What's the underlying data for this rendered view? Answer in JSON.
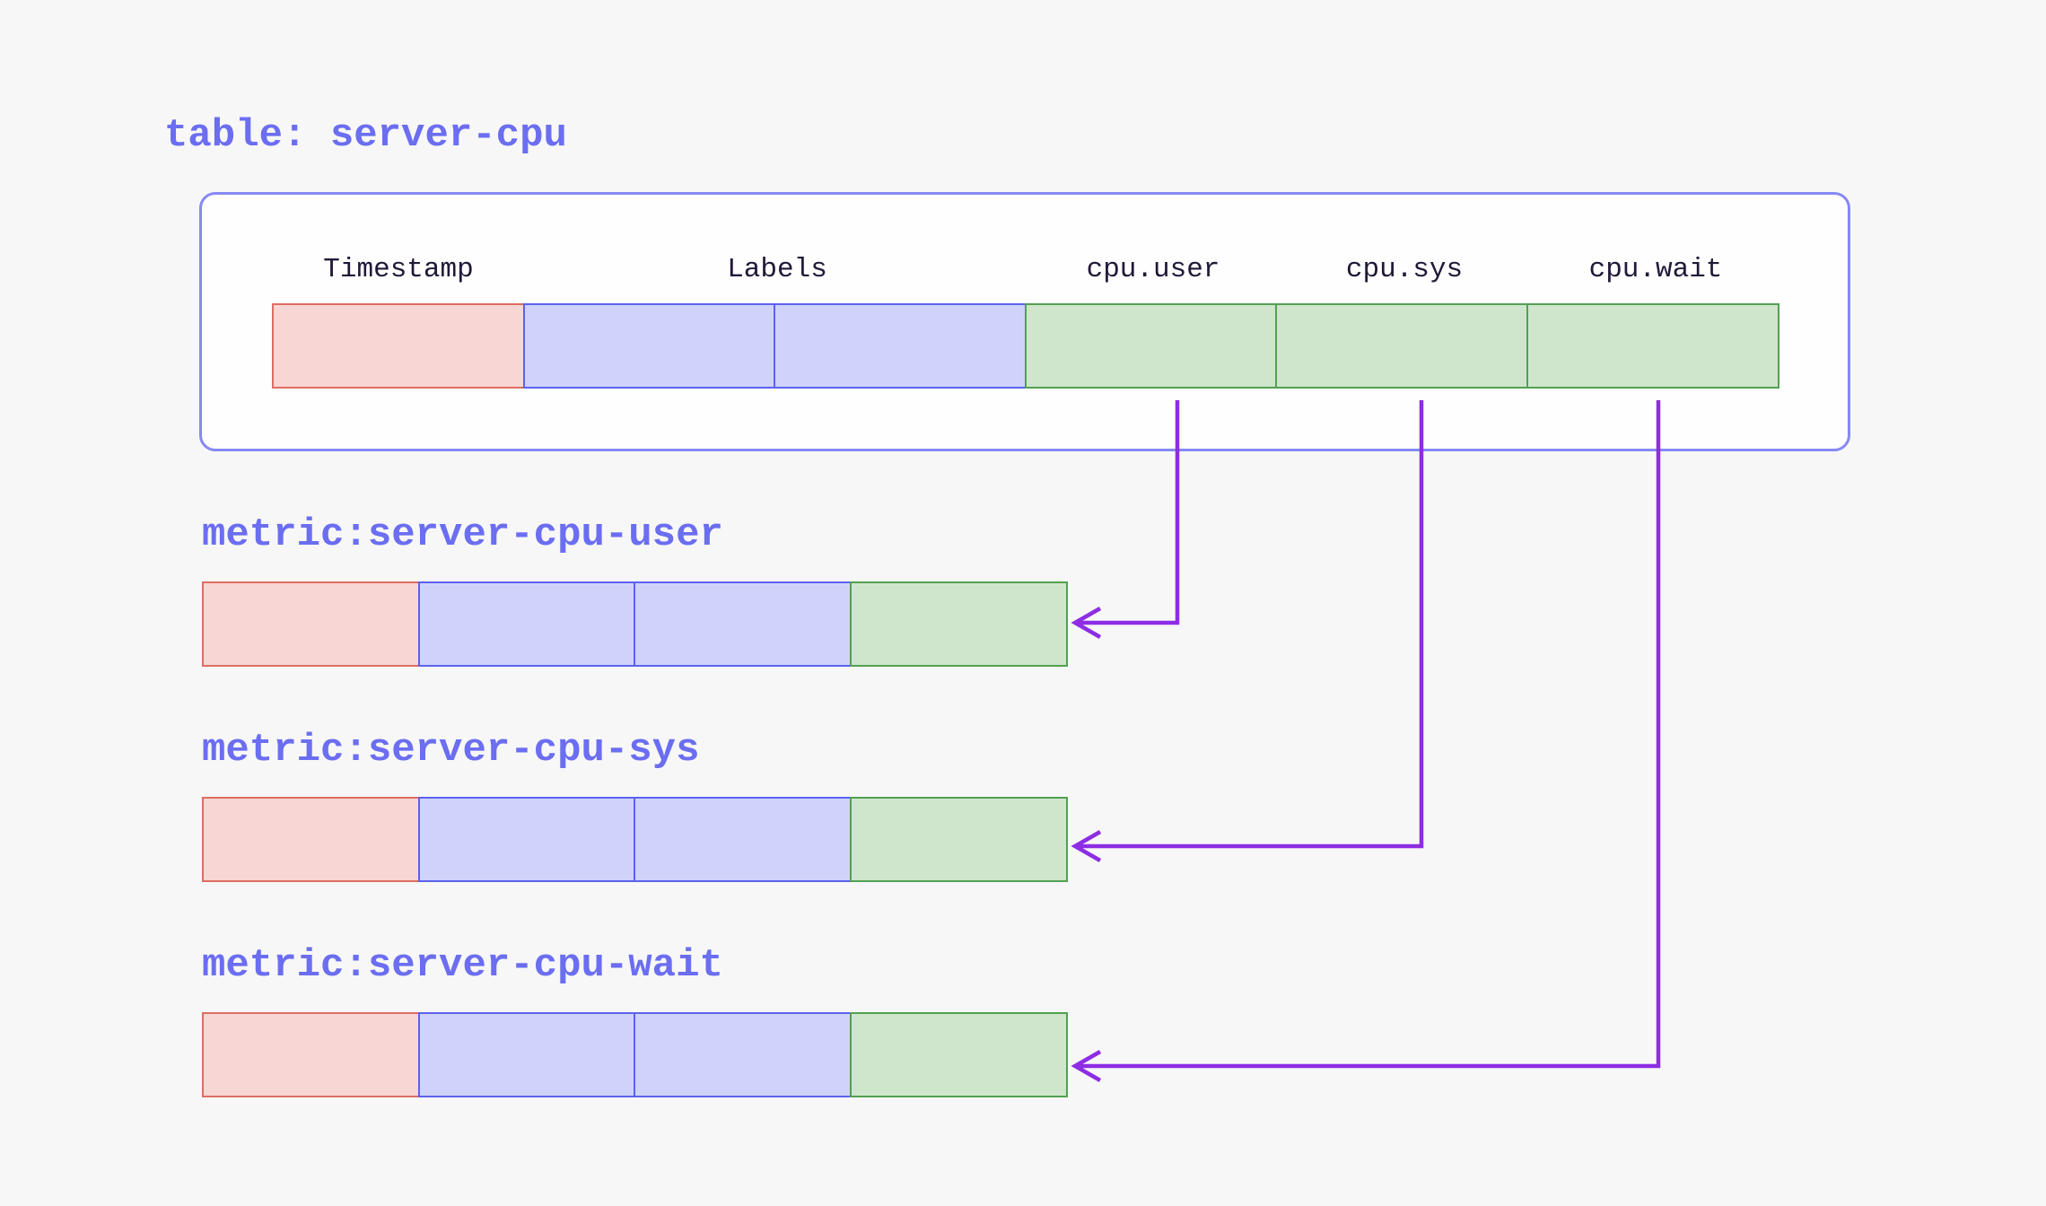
{
  "diagram": {
    "kind": "table-to-metrics mapping",
    "table": {
      "title": "table: server-cpu",
      "columns": [
        {
          "label": "Timestamp",
          "role": "timestamp"
        },
        {
          "label": "Labels",
          "role": "label"
        },
        {
          "label": "cpu.user",
          "role": "field"
        },
        {
          "label": "cpu.sys",
          "role": "field"
        },
        {
          "label": "cpu.wait",
          "role": "field"
        }
      ],
      "row_cells": [
        "timestamp",
        "label",
        "label",
        "field",
        "field",
        "field"
      ]
    },
    "metrics": [
      {
        "title": "metric:server-cpu-user",
        "source_column": "cpu.user",
        "row_cells": [
          "timestamp",
          "label",
          "label",
          "field"
        ]
      },
      {
        "title": "metric:server-cpu-sys",
        "source_column": "cpu.sys",
        "row_cells": [
          "timestamp",
          "label",
          "label",
          "field"
        ]
      },
      {
        "title": "metric:server-cpu-wait",
        "source_column": "cpu.wait",
        "row_cells": [
          "timestamp",
          "label",
          "label",
          "field"
        ]
      }
    ],
    "colors": {
      "bg": "#f7f7f8",
      "panel_bg": "#fefefe",
      "panel_border": "#8689f3",
      "title": "#6b6ef0",
      "header": "#211838",
      "timestamp_fill": "#f7d6d3",
      "timestamp_border": "#dd6e62",
      "label_fill": "#cfd3fb",
      "label_border": "#5c62ee",
      "field_fill": "#cfe6cd",
      "field_border": "#52a052",
      "arrow": "#8d2de4"
    }
  }
}
